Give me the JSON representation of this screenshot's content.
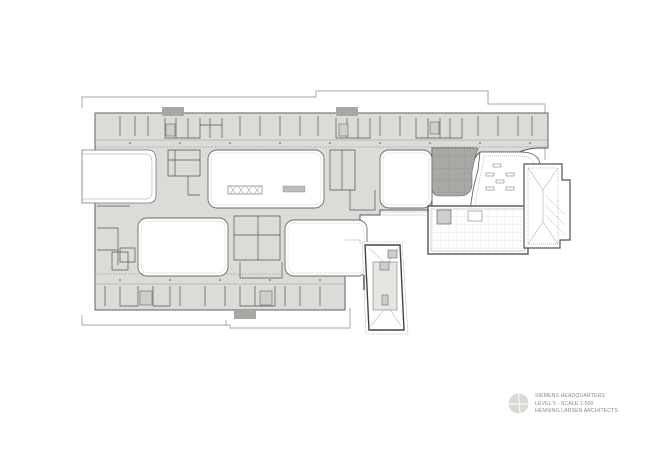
{
  "drawing": {
    "type": "architectural-floor-plan",
    "colors": {
      "background": "#ffffff",
      "floor_fill": "#dcdbd7",
      "wall": "#555555",
      "thin_line": "#8c8c8c",
      "outline": "#b5b5b5",
      "dark_fill": "#a6a5a1",
      "stair_fill": "#cfcecb",
      "courtyard": "#ffffff",
      "legend_text": "#8a8a8a",
      "north_icon": "#dad9d5"
    }
  },
  "legend": {
    "lines": [
      "SIEMENS HEADQUARTERS",
      "LEVEL 5 - SCALE 1:500",
      "HENNING LARSEN ARCHITECTS"
    ],
    "icon": "north-arrow-circle-icon"
  }
}
